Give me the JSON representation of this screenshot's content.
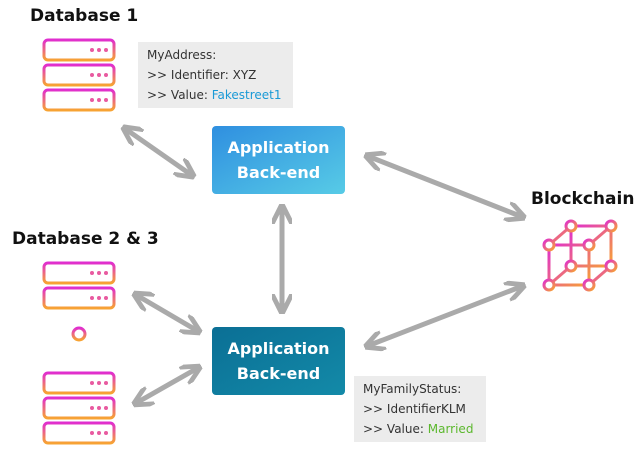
{
  "labels": {
    "db1": "Database 1",
    "db23": "Database 2 & 3",
    "blockchain": "Blockchain"
  },
  "boxes": {
    "app1": {
      "line1": "Application",
      "line2": "Back-end",
      "color_from": "#2f8fe0",
      "color_to": "#57cbe6"
    },
    "app2": {
      "line1": "Application",
      "line2": "Back-end",
      "color_from": "#0b6f95",
      "color_to": "#138aa8"
    }
  },
  "note1": {
    "line1": "MyAddress:",
    "line2_prefix": ">> Identifier: XYZ",
    "line3_prefix": ">> Value: ",
    "line3_value": "Fakestreet1",
    "value_color": "#1a9ad6"
  },
  "note2": {
    "line1": "MyFamilyStatus:",
    "line2_prefix": ">> IdentifierKLM",
    "line3_prefix": ">> Value: ",
    "line3_value": "Married",
    "value_color": "#5cb82e"
  },
  "icons": {
    "database": "server-stack-icon",
    "network_database": "network-server-icon",
    "blockchain": "blockchain-cube-icon",
    "gradient_from": "#e02ecf",
    "gradient_to": "#f7a333"
  },
  "arrow_color": "#aaaaaa"
}
